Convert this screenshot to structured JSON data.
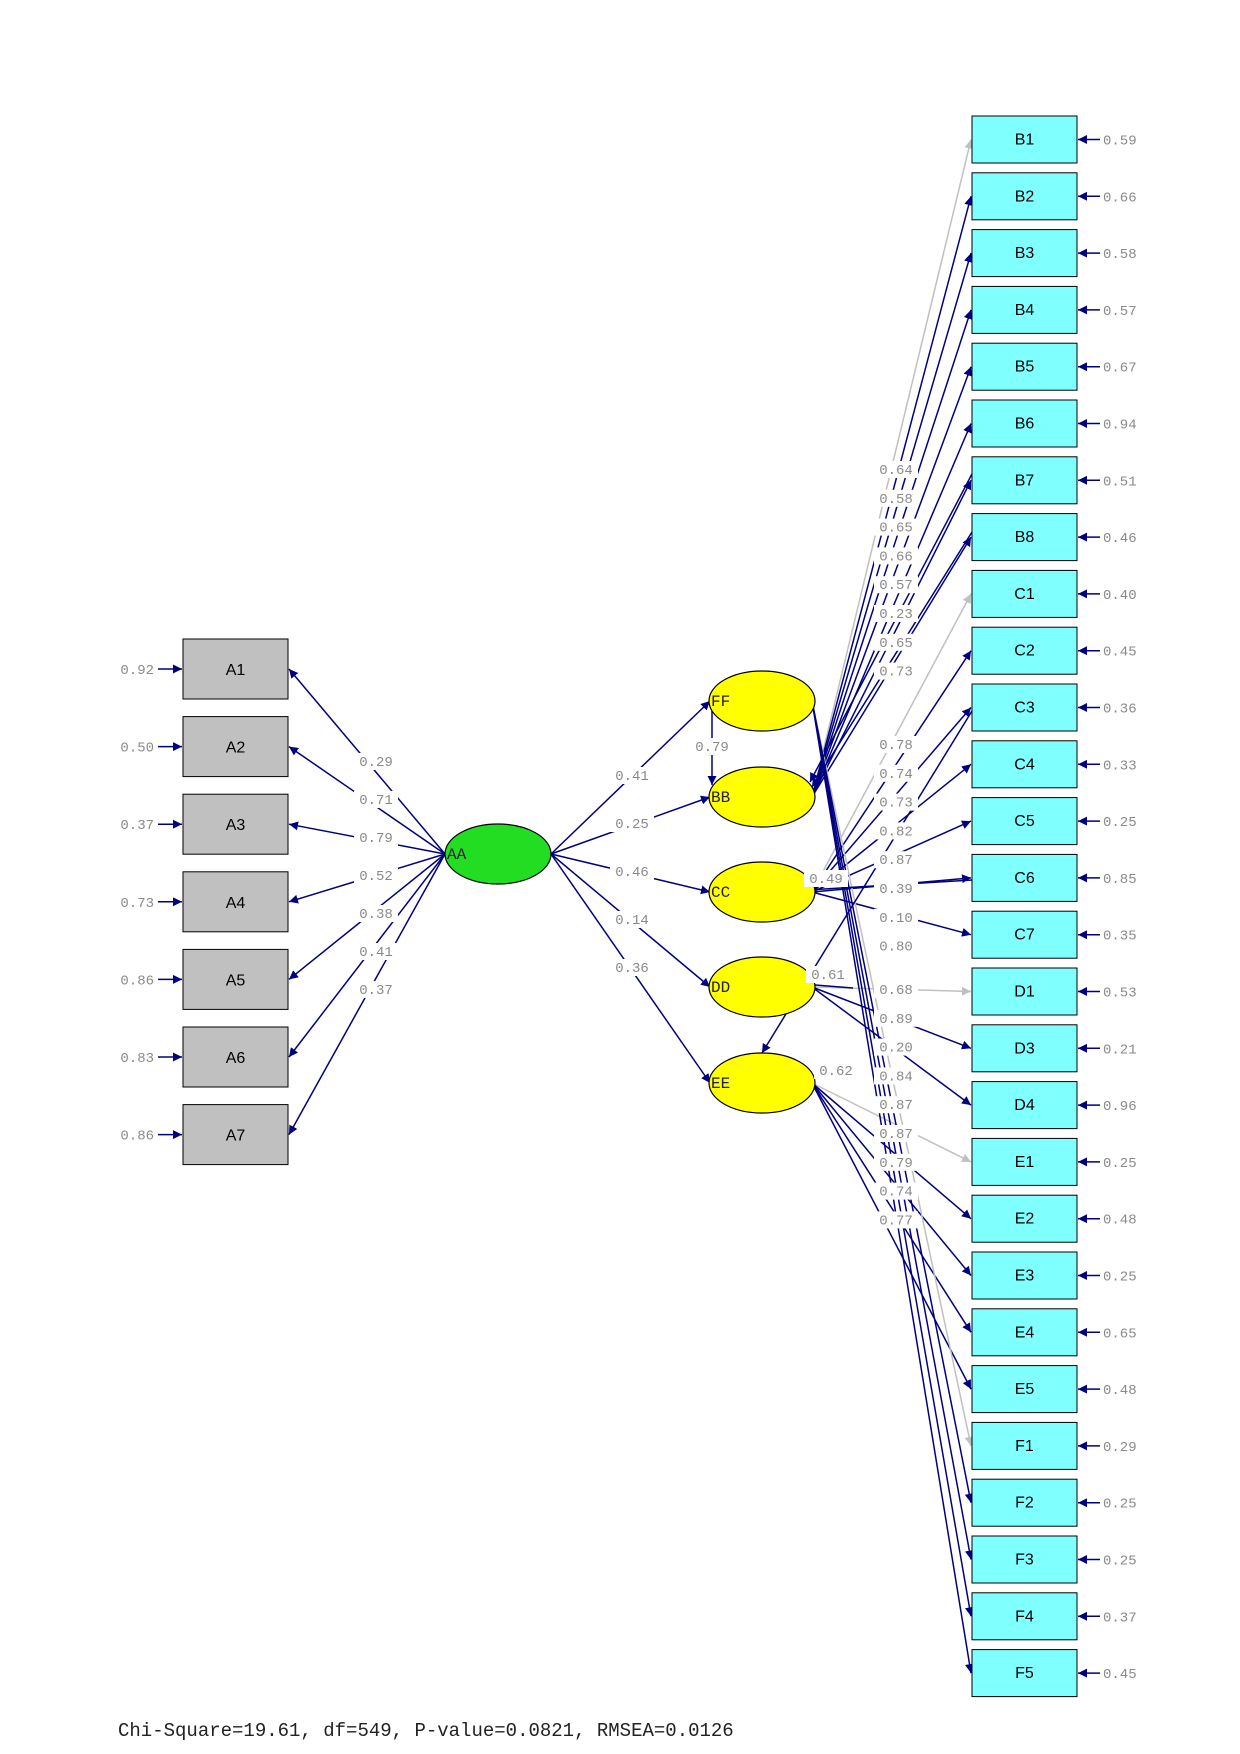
{
  "diagram": {
    "colors": {
      "path": "#000080",
      "path_nonsig": "#c0c0c0",
      "exogenous_latent": "#22dd22",
      "endogenous_latent": "#ffff00",
      "observed_left": "#c0c0c0",
      "observed_right": "#80ffff",
      "coefficient_text": "#8a8a8a"
    },
    "exogenous": "AA",
    "endogenous": [
      "FF",
      "BB",
      "CC",
      "DD",
      "EE"
    ],
    "left_indicators": [
      {
        "name": "A1",
        "error": "0.92",
        "loading": "0.29"
      },
      {
        "name": "A2",
        "error": "0.50",
        "loading": "0.71"
      },
      {
        "name": "A3",
        "error": "0.37",
        "loading": "0.79"
      },
      {
        "name": "A4",
        "error": "0.73",
        "loading": "0.52"
      },
      {
        "name": "A5",
        "error": "0.86",
        "loading": "0.38"
      },
      {
        "name": "A6",
        "error": "0.83",
        "loading": "0.41"
      },
      {
        "name": "A7",
        "error": "0.86",
        "loading": "0.37"
      }
    ],
    "structural_paths": [
      {
        "from": "AA",
        "to": "FF",
        "value": "0.41"
      },
      {
        "from": "AA",
        "to": "BB",
        "value": "0.25"
      },
      {
        "from": "AA",
        "to": "CC",
        "value": "0.46"
      },
      {
        "from": "AA",
        "to": "DD",
        "value": "0.14"
      },
      {
        "from": "AA",
        "to": "EE",
        "value": "0.36"
      },
      {
        "from": "FF",
        "to": "BB",
        "value": "0.79"
      }
    ],
    "right_indicators": [
      {
        "name": "B1",
        "error": "0.59",
        "factor": "BB",
        "nonsig": true
      },
      {
        "name": "B2",
        "error": "0.66",
        "factor": "BB"
      },
      {
        "name": "B3",
        "error": "0.58",
        "factor": "BB"
      },
      {
        "name": "B4",
        "error": "0.57",
        "factor": "BB"
      },
      {
        "name": "B5",
        "error": "0.67",
        "factor": "BB"
      },
      {
        "name": "B6",
        "error": "0.94",
        "factor": "BB"
      },
      {
        "name": "B7",
        "error": "0.51",
        "factor": "BB"
      },
      {
        "name": "B8",
        "error": "0.46",
        "factor": "BB"
      },
      {
        "name": "C1",
        "error": "0.40",
        "factor": "CC",
        "nonsig": true
      },
      {
        "name": "C2",
        "error": "0.45",
        "factor": "CC"
      },
      {
        "name": "C3",
        "error": "0.36",
        "factor": "CC"
      },
      {
        "name": "C4",
        "error": "0.33",
        "factor": "CC"
      },
      {
        "name": "C5",
        "error": "0.25",
        "factor": "CC"
      },
      {
        "name": "C6",
        "error": "0.85",
        "factor": "CC"
      },
      {
        "name": "C7",
        "error": "0.35",
        "factor": "CC"
      },
      {
        "name": "D1",
        "error": "0.53",
        "factor": "DD",
        "nonsig": true
      },
      {
        "name": "D3",
        "error": "0.21",
        "factor": "DD"
      },
      {
        "name": "D4",
        "error": "0.96",
        "factor": "DD"
      },
      {
        "name": "E1",
        "error": "0.25",
        "factor": "EE",
        "nonsig": true
      },
      {
        "name": "E2",
        "error": "0.48",
        "factor": "EE"
      },
      {
        "name": "E3",
        "error": "0.25",
        "factor": "EE"
      },
      {
        "name": "E4",
        "error": "0.65",
        "factor": "EE"
      },
      {
        "name": "E5",
        "error": "0.48",
        "factor": "EE"
      },
      {
        "name": "F1",
        "error": "0.29",
        "factor": "FF",
        "nonsig": true
      },
      {
        "name": "F2",
        "error": "0.25",
        "factor": "FF"
      },
      {
        "name": "F3",
        "error": "0.25",
        "factor": "FF"
      },
      {
        "name": "F4",
        "error": "0.37",
        "factor": "FF"
      },
      {
        "name": "F5",
        "error": "0.45",
        "factor": "FF"
      }
    ],
    "loading_labels": [
      "0.64",
      "0.58",
      "0.65",
      "0.66",
      "0.57",
      "0.23",
      "0.65",
      "0.73",
      "0.78",
      "0.74",
      "0.73",
      "0.82",
      "0.87",
      "0.39",
      "0.10",
      "0.80",
      "0.68",
      "0.89",
      "0.20",
      "0.84",
      "0.87",
      "0.87",
      "0.79",
      "0.74",
      "0.77"
    ],
    "side_labels": [
      "0.49",
      "0.61",
      "0.62"
    ],
    "fit_statistics": "Chi-Square=19.61, df=549, P-value=0.0821, RMSEA=0.0126"
  }
}
